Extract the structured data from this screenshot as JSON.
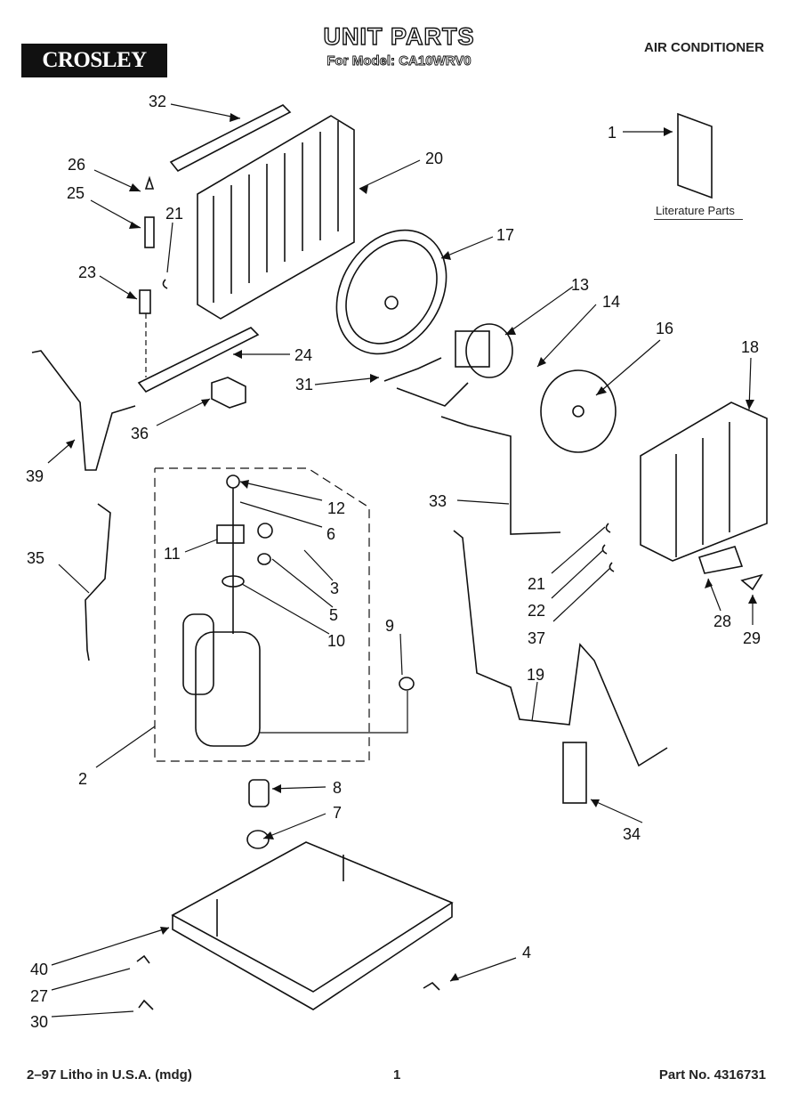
{
  "header": {
    "brand": "CROSLEY",
    "title": "UNIT PARTS",
    "subtitle": "For Model: CA10WRV0",
    "product": "AIR CONDITIONER"
  },
  "literature_label": "Literature Parts",
  "callouts": [
    "1",
    "2",
    "3",
    "4",
    "5",
    "6",
    "7",
    "8",
    "9",
    "10",
    "11",
    "12",
    "13",
    "14",
    "16",
    "17",
    "18",
    "19",
    "20",
    "21",
    "21",
    "22",
    "23",
    "24",
    "25",
    "26",
    "27",
    "28",
    "29",
    "30",
    "31",
    "32",
    "33",
    "34",
    "35",
    "36",
    "37",
    "39",
    "40"
  ],
  "footer": {
    "left": "2–97 Litho in U.S.A. (mdg)",
    "center": "1",
    "right": "Part No. 4316731"
  }
}
